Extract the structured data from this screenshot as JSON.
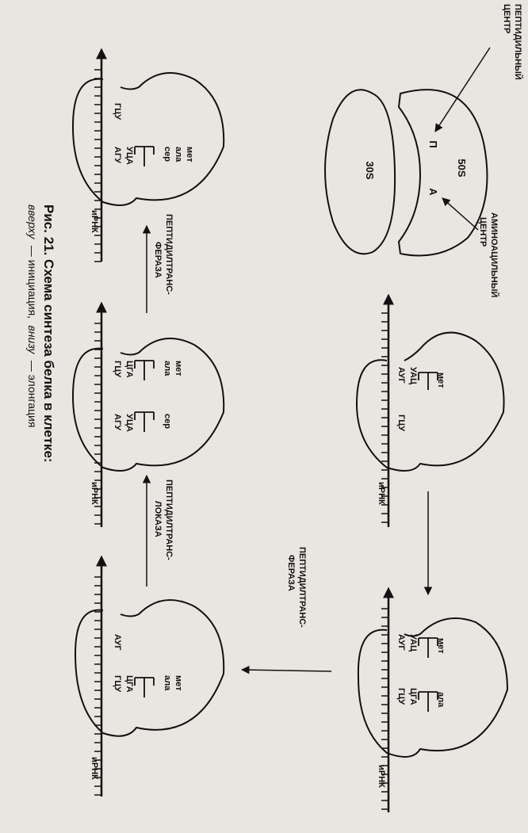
{
  "figure": {
    "caption_title": "Рис. 21. Схема синтеза белка в клетке:",
    "caption_top_word": "вверху",
    "caption_top_text": "— инициация,",
    "caption_bottom_word": "внизу",
    "caption_bottom_text": "— элонгация"
  },
  "labels": {
    "peptidyl_center_line1": "ПЕПТИДИЛЬНЫЙ",
    "peptidyl_center_line2": "ЦЕНТР",
    "aminoacyl_center_line1": "АМИНОАЦИЛЬНЫЙ",
    "aminoacyl_center_line2": "ЦЕНТР",
    "subunit_large": "50S",
    "subunit_small": "30S",
    "site_p": "П",
    "site_a": "А",
    "mrna": "иРНК",
    "enzyme1_line1": "ПЕПТИДИЛТРАНС-",
    "enzyme1_line2": "ФЕРАЗА",
    "enzyme2_line1": "ПЕПТИДИЛТРАНС-",
    "enzyme2_line2": "ЛОКАЗА",
    "enzyme3_line1": "ПЕПТИДИЛТРАНС-",
    "enzyme3_line2": "ФЕРАЗА"
  },
  "codons": {
    "aug": "АУГ",
    "gcu": "ГЦУ",
    "agu": "АГУ",
    "uac": "УАЦ",
    "cga": "ЦГА",
    "uca": "УЦА"
  },
  "amino_acids": {
    "met": "мет",
    "ala": "ала",
    "ser": "сер"
  },
  "colors": {
    "background": "#e9e6e2",
    "ink": "#111111"
  }
}
